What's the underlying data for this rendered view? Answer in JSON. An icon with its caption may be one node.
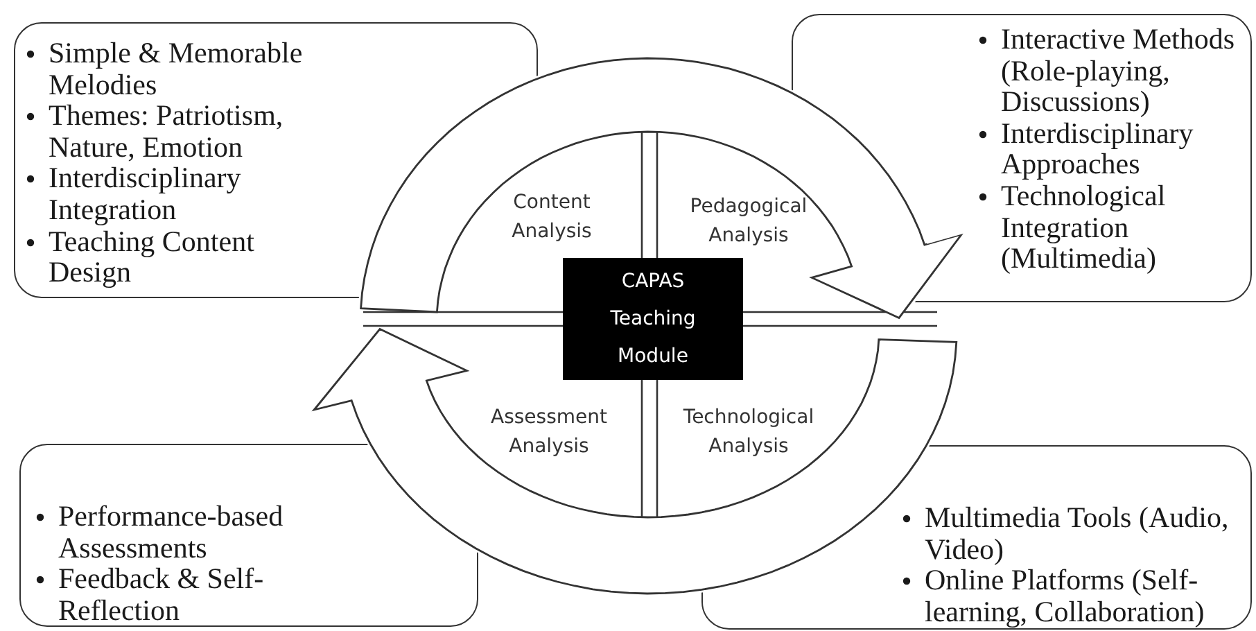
{
  "diagram": {
    "nodes": [
      {
        "text": [
          "Simple & Memorable Melodies",
          "Themes: Patriotism, Nature, Emotion",
          "Interdisciplinary Integration",
          "Teaching Content Design"
        ]
      },
      {
        "text": [
          "Interactive Methods (Role-playing, Discussions)",
          "Interdisciplinary Approaches",
          "Technological Integration (Multimedia)"
        ]
      },
      {
        "text": [
          "CAPAS Teaching Module"
        ]
      },
      {
        "text": [
          "Performance-based Assessments",
          "Feedback & Self-Reflection"
        ]
      },
      {
        "text": [
          "Multimedia Tools (Audio, Video)",
          "Online Platforms (Self-learning, Collaboration)"
        ]
      }
    ],
    "edges": [
      {
        "from": 0,
        "to": 1,
        "arrow": "to"
      },
      {
        "from": 4,
        "to": 3,
        "arrow": "to"
      }
    ],
    "labels": [
      "Content Analysis",
      "Pedagogical Analysis",
      "Assessment Analysis",
      "Technological Analysis"
    ]
  }
}
